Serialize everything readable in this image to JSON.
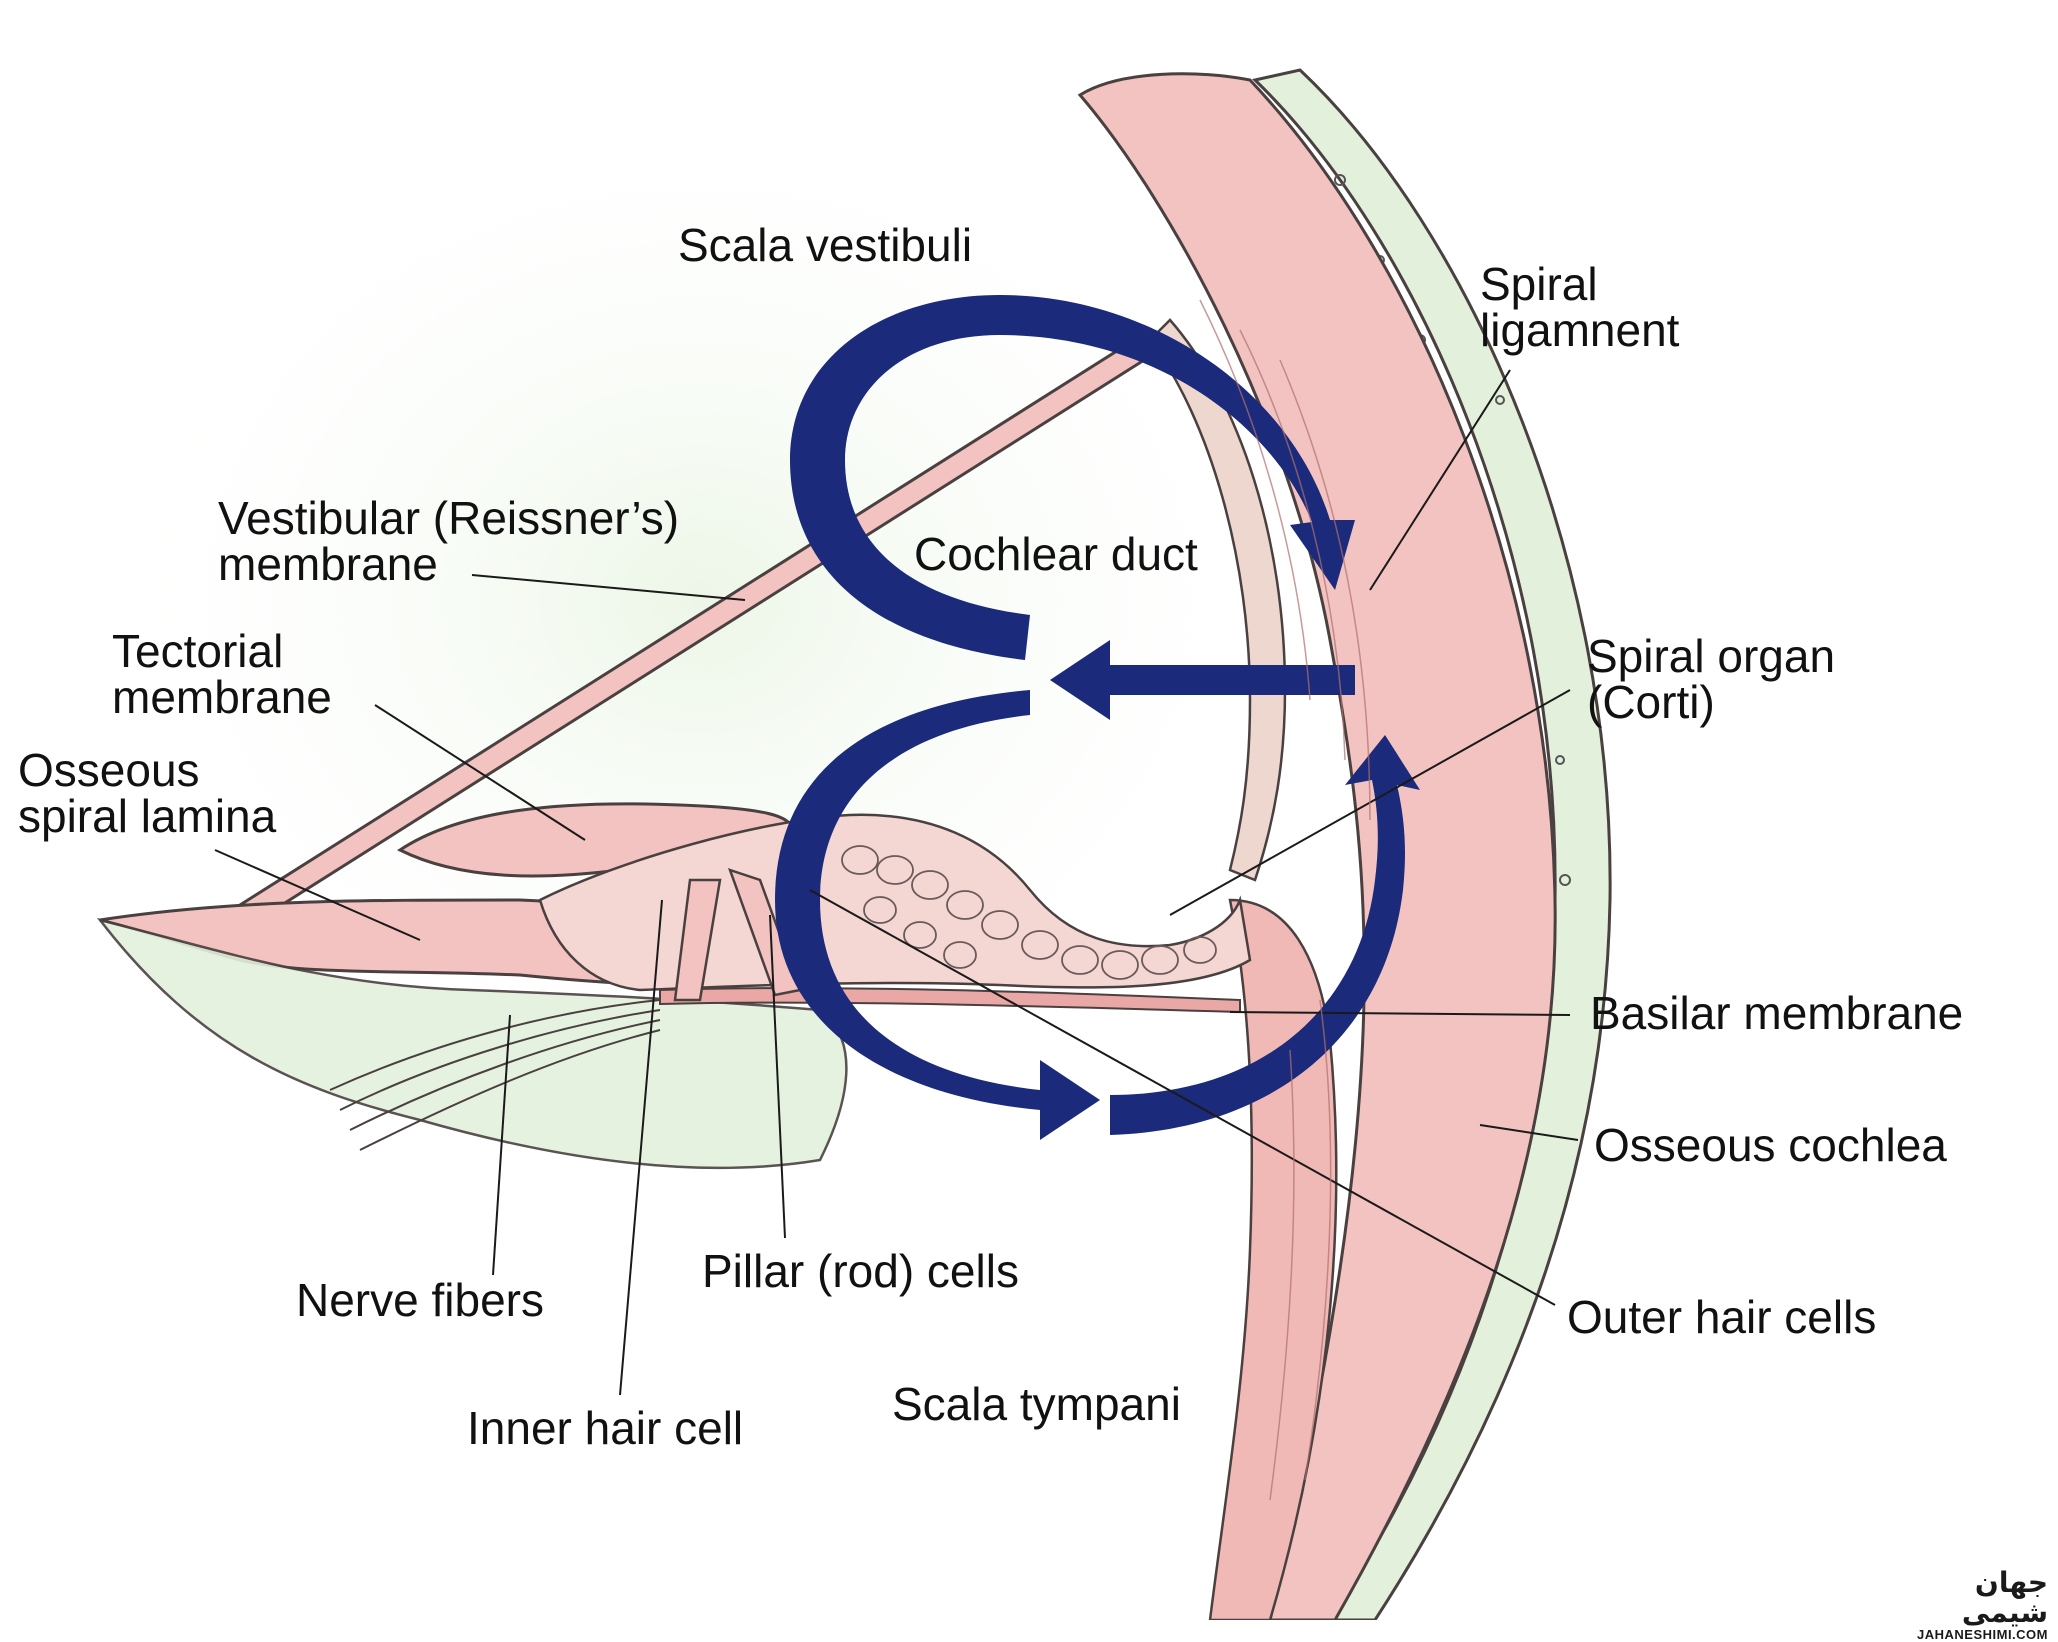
{
  "colors": {
    "arrow": "#1b2a7a",
    "tissue": "#f2c3c0",
    "tissue_dark": "#e9a8a6",
    "bone": "#e3f1dc",
    "outline": "#4a4040",
    "leader": "#1a1a1a",
    "text": "#111111"
  },
  "labels": {
    "scala_vestibuli": "Scala vestibuli",
    "spiral_ligament_1": "Spiral",
    "spiral_ligament_2": "ligamnent",
    "vestibular_membrane_1": "Vestibular (Reissner’s)",
    "vestibular_membrane_2": "membrane",
    "cochlear_duct": "Cochlear duct",
    "tectorial_membrane_1": "Tectorial",
    "tectorial_membrane_2": "membrane",
    "spiral_organ_1": "Spiral organ",
    "spiral_organ_2": "(Corti)",
    "osseous_spiral_lamina_1": "Osseous",
    "osseous_spiral_lamina_2": "spiral lamina",
    "basilar_membrane": "Basilar membrane",
    "osseous_cochlea": "Osseous cochlea",
    "pillar_cells": "Pillar (rod) cells",
    "outer_hair_cells": "Outer hair cells",
    "nerve_fibers": "Nerve fibers",
    "scala_tympani": "Scala tympani",
    "inner_hair_cell": "Inner hair cell"
  },
  "watermark": {
    "persian": "جهان شیمی",
    "latin": "JAHANESHIMI.COM"
  }
}
